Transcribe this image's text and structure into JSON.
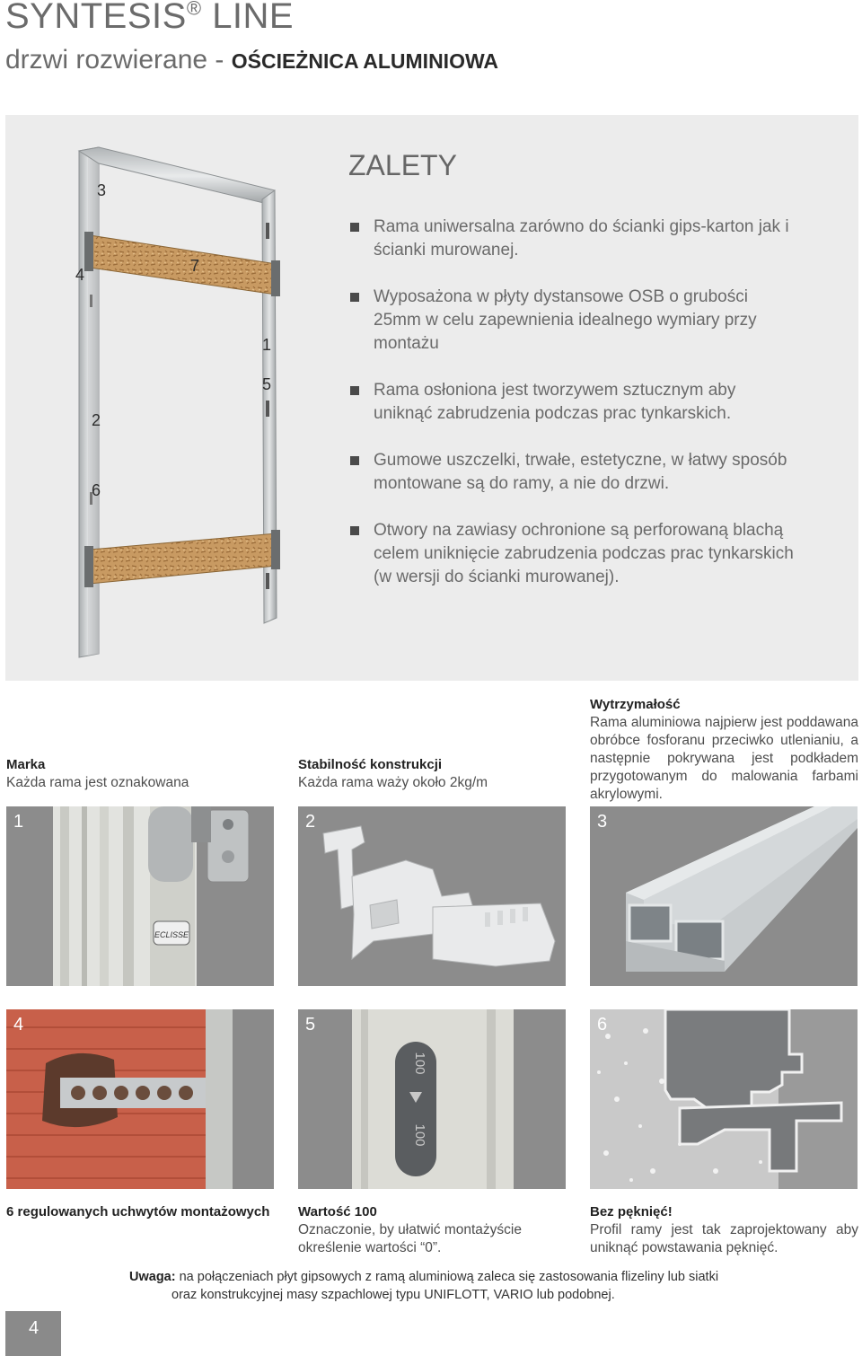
{
  "header": {
    "title_main": "SYNTESIS",
    "title_reg": "®",
    "title_rest": "LINE",
    "subtitle_light": "drzwi rozwierane - ",
    "subtitle_bold": "OŚCIEŻNICA ALUMINIOWA"
  },
  "hero": {
    "callouts": [
      "3",
      "4",
      "7",
      "1",
      "5",
      "2",
      "6"
    ],
    "heading": "ZALETY",
    "benefits": [
      "Rama uniwersalna zarówno do ścianki gips-karton jak i ścianki murowanej.",
      "Wyposażona w płyty dystansowe OSB o grubości 25mm w celu zapewnienia idealnego wymiary przy montażu",
      "Rama osłoniona jest tworzywem sztucznym aby uniknąć zabrudzenia podczas prac tynkarskich.",
      "Gumowe uszczelki, trwałe, estetyczne, w łatwy sposób montowane są do ramy, a nie do drzwi.",
      "Otwory na zawiasy ochronione są perforowaną blachą celem uniknięcie zabrudzenia podczas prac tynkarskich (w wersji do ścianki murowanej)."
    ]
  },
  "features": [
    {
      "num": "1",
      "title": "Marka",
      "text": "Każda rama jest oznakowana",
      "logo_text": "ECLISSE"
    },
    {
      "num": "2",
      "title": "Stabilność konstrukcji",
      "text": "Każda rama waży około 2kg/m"
    },
    {
      "num": "3",
      "title": "Wytrzymałość",
      "text": "Rama aluminiowa najpierw jest poddawana obróbce fosforanu przeciwko utlenianiu, a następnie pokrywana jest podkładem przygotowanym do malowania farbami akrylowymi."
    },
    {
      "num": "4",
      "title": "6 regulowanych uchwytów montażowych",
      "text": ""
    },
    {
      "num": "5",
      "title": "Wartość 100",
      "text": "Oznaczonie, by ułatwić montażyście określenie wartości “0”.",
      "label_text": "100"
    },
    {
      "num": "6",
      "title": "Bez pęknięć!",
      "text": "Profil ramy jest tak zaprojektowany aby uniknąć powstawania pęknięć."
    }
  ],
  "note": {
    "label": "Uwaga:",
    "line1": " na połączeniach płyt gipsowych z ramą aluminiową zaleca się zastosowania flizeliny lub siatki",
    "line2": "oraz konstrukcyjnej masy szpachlowej typu UNIFLOTT, VARIO lub podobnej."
  },
  "page_number": "4"
}
